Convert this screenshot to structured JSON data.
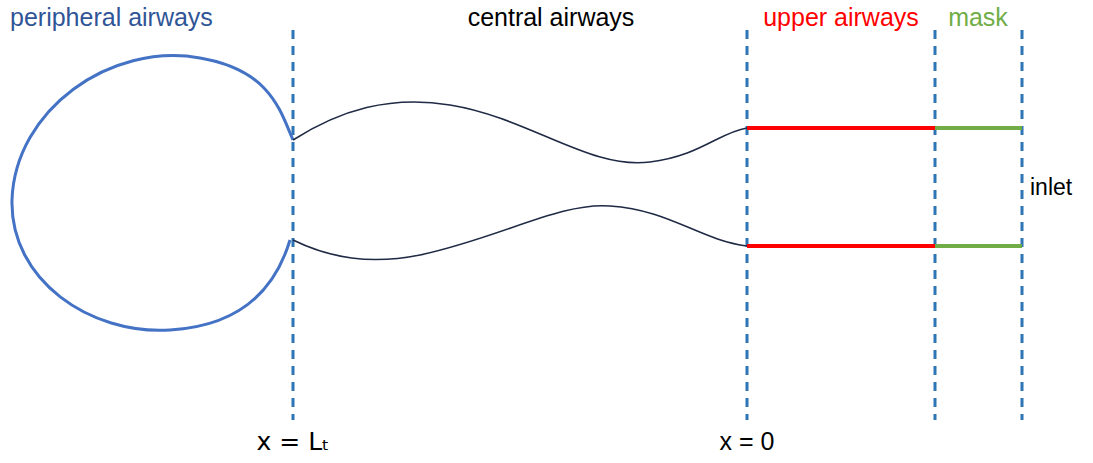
{
  "diagram": {
    "labels": [
      "peripheral airways",
      "central airways",
      "upper airways",
      "mask",
      "inlet",
      "x = Lₜ",
      "x = 0"
    ]
  }
}
